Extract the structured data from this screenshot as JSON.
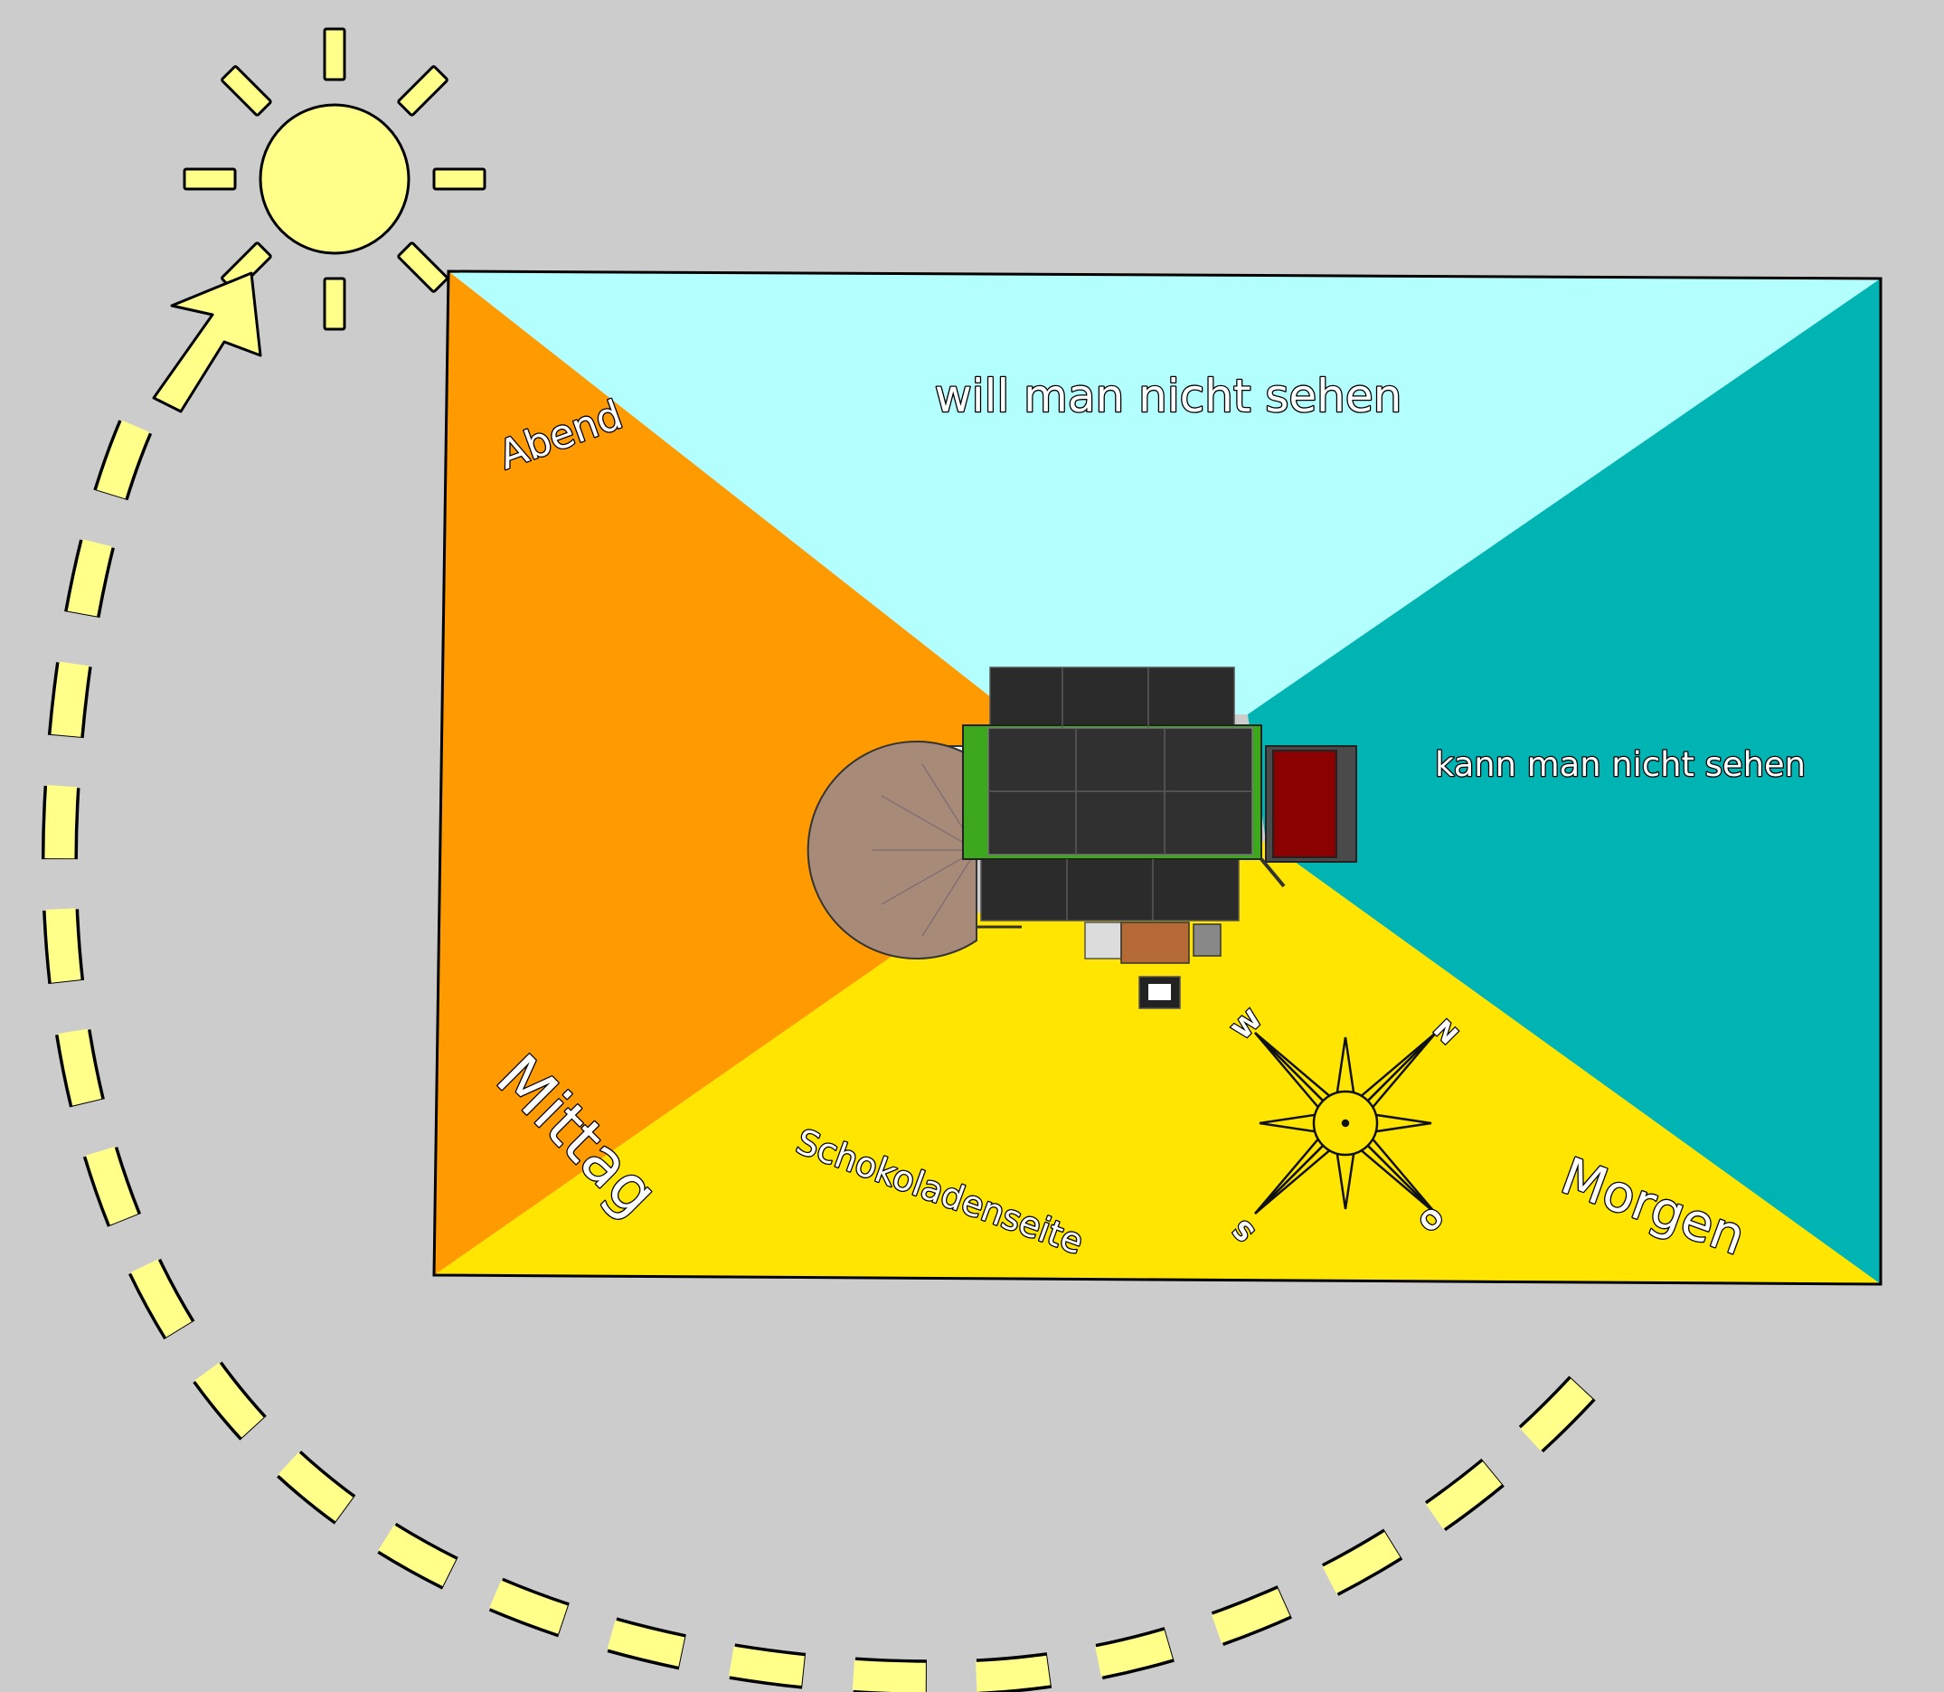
{
  "labels": {
    "north_zone": "will man nicht sehen",
    "east_zone": "kann man nicht sehen",
    "south_zone": "Schokoladenseite",
    "evening": "Abend",
    "noon": "Mittag",
    "morning": "Morgen"
  },
  "compass": {
    "north": "N",
    "east": "O",
    "south": "S",
    "west": "W"
  },
  "colors": {
    "background": "#cccccc",
    "north_zone": "#b3ffff",
    "east_zone": "#00b4b4",
    "south_zone": "#ffe500",
    "west_zone": "#ff9a00",
    "sun": "#ffff8a",
    "sun_path": "#ffff8a"
  },
  "icons": {
    "sun": "sun-icon",
    "compass": "compass-rose-icon",
    "vehicle": "camper-truck-with-solar-panels",
    "awning": "round-awning",
    "path_arrow": "arrow-up-right-icon"
  }
}
